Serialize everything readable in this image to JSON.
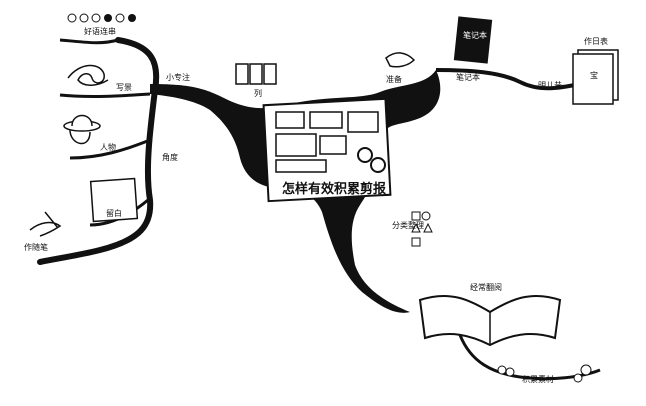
{
  "title": "怎样有效积累剪报",
  "branches": {
    "xiao_xie_zuo": "小专注",
    "jiao_du": "角度",
    "lie": "列",
    "zhun_bei": "准备",
    "bi_ji_ben": "笔记本",
    "ming_xiao_ban": "明儿昔",
    "zuo_ri_biao": "作日表",
    "fen_lei": "分类整理",
    "jing_chang": "经常翻阅",
    "ji_lei": "积累素材"
  },
  "left_items": {
    "top": "好语连串",
    "xie_jing": "写景",
    "ren_wu": "人物",
    "shu_bai": "留白",
    "zuo_sui_bi": "作随笔"
  },
  "box_label": "宝",
  "notebook_text": "笔记本"
}
